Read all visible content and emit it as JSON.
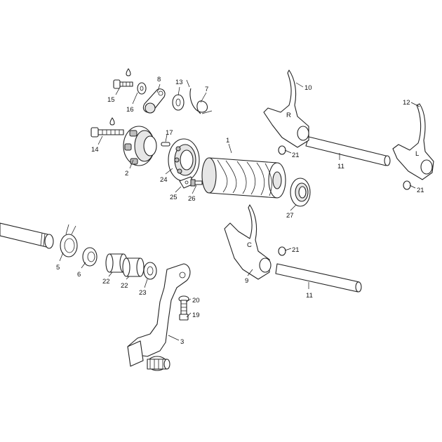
{
  "callouts": [
    {
      "id": "c1",
      "label": "1"
    },
    {
      "id": "c2",
      "label": "2"
    },
    {
      "id": "c3",
      "label": "3"
    },
    {
      "id": "c5",
      "label": "5"
    },
    {
      "id": "c6",
      "label": "6"
    },
    {
      "id": "c7",
      "label": "7"
    },
    {
      "id": "c8",
      "label": "8"
    },
    {
      "id": "c9",
      "label": "9"
    },
    {
      "id": "c10",
      "label": "10"
    },
    {
      "id": "c11a",
      "label": "11"
    },
    {
      "id": "c11b",
      "label": "11"
    },
    {
      "id": "c12",
      "label": "12"
    },
    {
      "id": "c13",
      "label": "13"
    },
    {
      "id": "c14",
      "label": "14"
    },
    {
      "id": "c15",
      "label": "15"
    },
    {
      "id": "c16",
      "label": "16"
    },
    {
      "id": "c17",
      "label": "17"
    },
    {
      "id": "c19",
      "label": "19"
    },
    {
      "id": "c20",
      "label": "20"
    },
    {
      "id": "c21a",
      "label": "21"
    },
    {
      "id": "c21b",
      "label": "21"
    },
    {
      "id": "c21c",
      "label": "21"
    },
    {
      "id": "c22a",
      "label": "22"
    },
    {
      "id": "c22b",
      "label": "22"
    },
    {
      "id": "c23",
      "label": "23"
    },
    {
      "id": "c24",
      "label": "24"
    },
    {
      "id": "c25",
      "label": "25"
    },
    {
      "id": "c26",
      "label": "26"
    },
    {
      "id": "c27",
      "label": "27"
    }
  ],
  "fork_letters": {
    "right": "R",
    "left": "L",
    "center": "C"
  }
}
